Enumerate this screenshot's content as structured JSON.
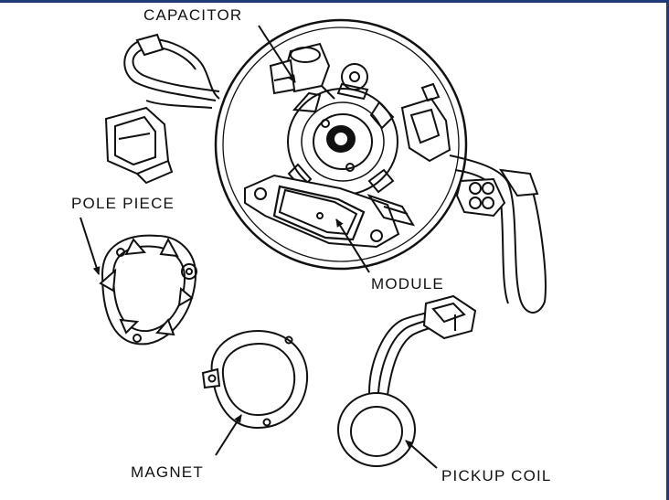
{
  "labels": {
    "capacitor": "CAPACITOR",
    "pole_piece": "POLE PIECE",
    "module": "MODULE",
    "magnet": "MAGNET",
    "pickup_coil": "PICKUP COIL"
  },
  "colors": {
    "ink": "#111111",
    "frame": "#1f3a78",
    "background": "#ffffff"
  }
}
